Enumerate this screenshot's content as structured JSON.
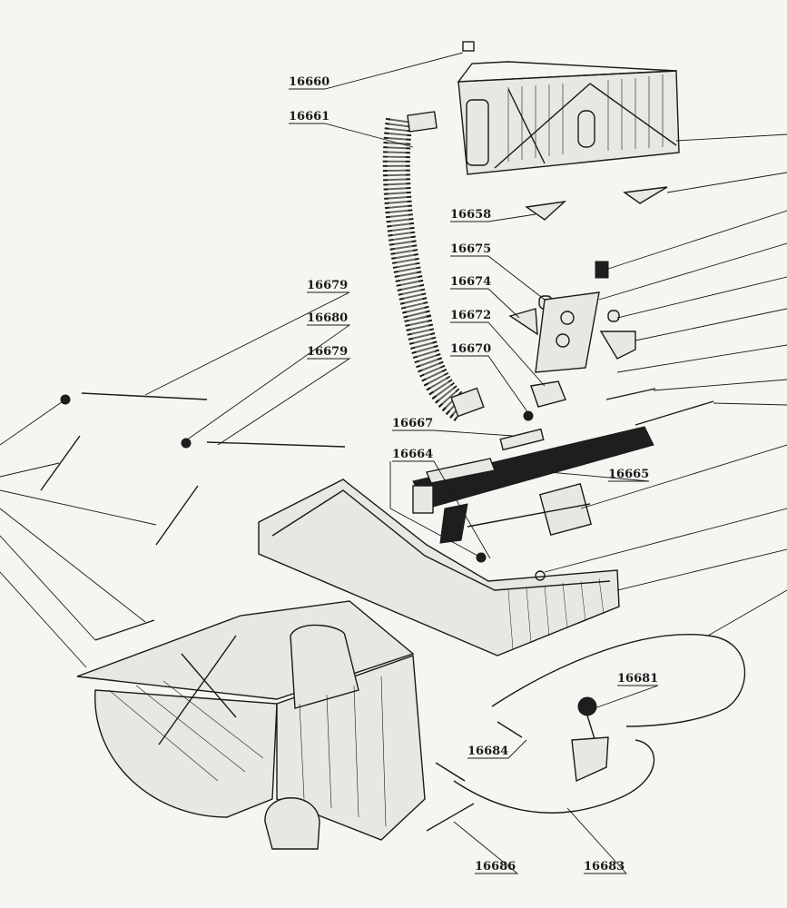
{
  "labels": [
    {
      "id": "16660",
      "text": "16660"
    },
    {
      "id": "16661",
      "text": "16661"
    },
    {
      "id": "16658",
      "text": "16658"
    },
    {
      "id": "16675",
      "text": "16675"
    },
    {
      "id": "16674",
      "text": "16674"
    },
    {
      "id": "16672",
      "text": "16672"
    },
    {
      "id": "16670",
      "text": "16670"
    },
    {
      "id": "16679a",
      "text": "16679"
    },
    {
      "id": "16680",
      "text": "16680"
    },
    {
      "id": "16679b",
      "text": "16679"
    },
    {
      "id": "16667",
      "text": "16667"
    },
    {
      "id": "16664",
      "text": "16664"
    },
    {
      "id": "16665",
      "text": "16665"
    },
    {
      "id": "16681",
      "text": "16681"
    },
    {
      "id": "16684",
      "text": "16684"
    },
    {
      "id": "16686",
      "text": "16686"
    },
    {
      "id": "16683",
      "text": "16683"
    }
  ],
  "colors": {
    "ink": "#1a1a1a",
    "paper": "#f6f5f1"
  }
}
